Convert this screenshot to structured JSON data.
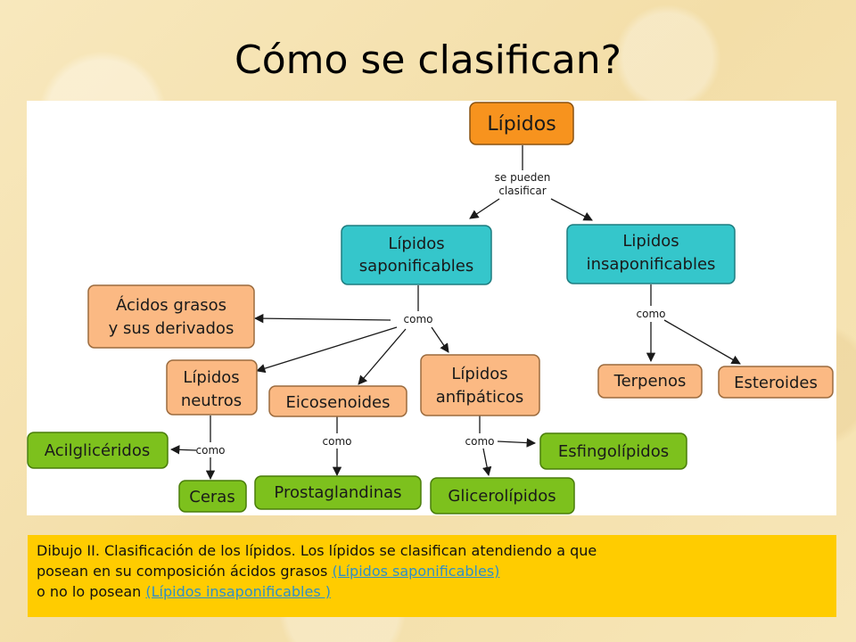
{
  "slide_title": "Cómo se clasifican?",
  "diagram": {
    "root": "Lípidos",
    "root_link": [
      "se pueden",
      "clasificar"
    ],
    "saponificables": [
      "Lípidos",
      "saponificables"
    ],
    "insaponificables": [
      "Lipidos",
      "insaponificables"
    ],
    "como_label": "como",
    "acidos": [
      "Ácidos grasos",
      "y sus derivados"
    ],
    "neutros": [
      "Lípidos",
      "neutros"
    ],
    "eicosenoides": "Eicosenoides",
    "anfipaticos": [
      "Lípidos",
      "anfipáticos"
    ],
    "terpenos": "Terpenos",
    "esteroides": "Esteroides",
    "acilgliceridos": "Acilglicéridos",
    "ceras": "Ceras",
    "prostaglandinas": "Prostaglandinas",
    "glicerolipidos": "Glicerolípidos",
    "esfingolipidos": "Esfingolípidos"
  },
  "caption": {
    "line1": "Dibujo II. Clasificación de los lípidos. Los lípidos se clasifican atendiendo a que",
    "line2_text": "posean en su composición ácidos grasos ",
    "line2_link": "(Lípidos saponificables)",
    "line3_text": "o no lo posean ",
    "line3_link": "(Lípidos insaponificables )"
  },
  "colors": {
    "root": "#f7931e",
    "category": "#35c6cb",
    "subcategory": "#fbb983",
    "leaf": "#7dc11d",
    "caption_bg": "#ffcc00",
    "link": "#2e8fc9"
  }
}
